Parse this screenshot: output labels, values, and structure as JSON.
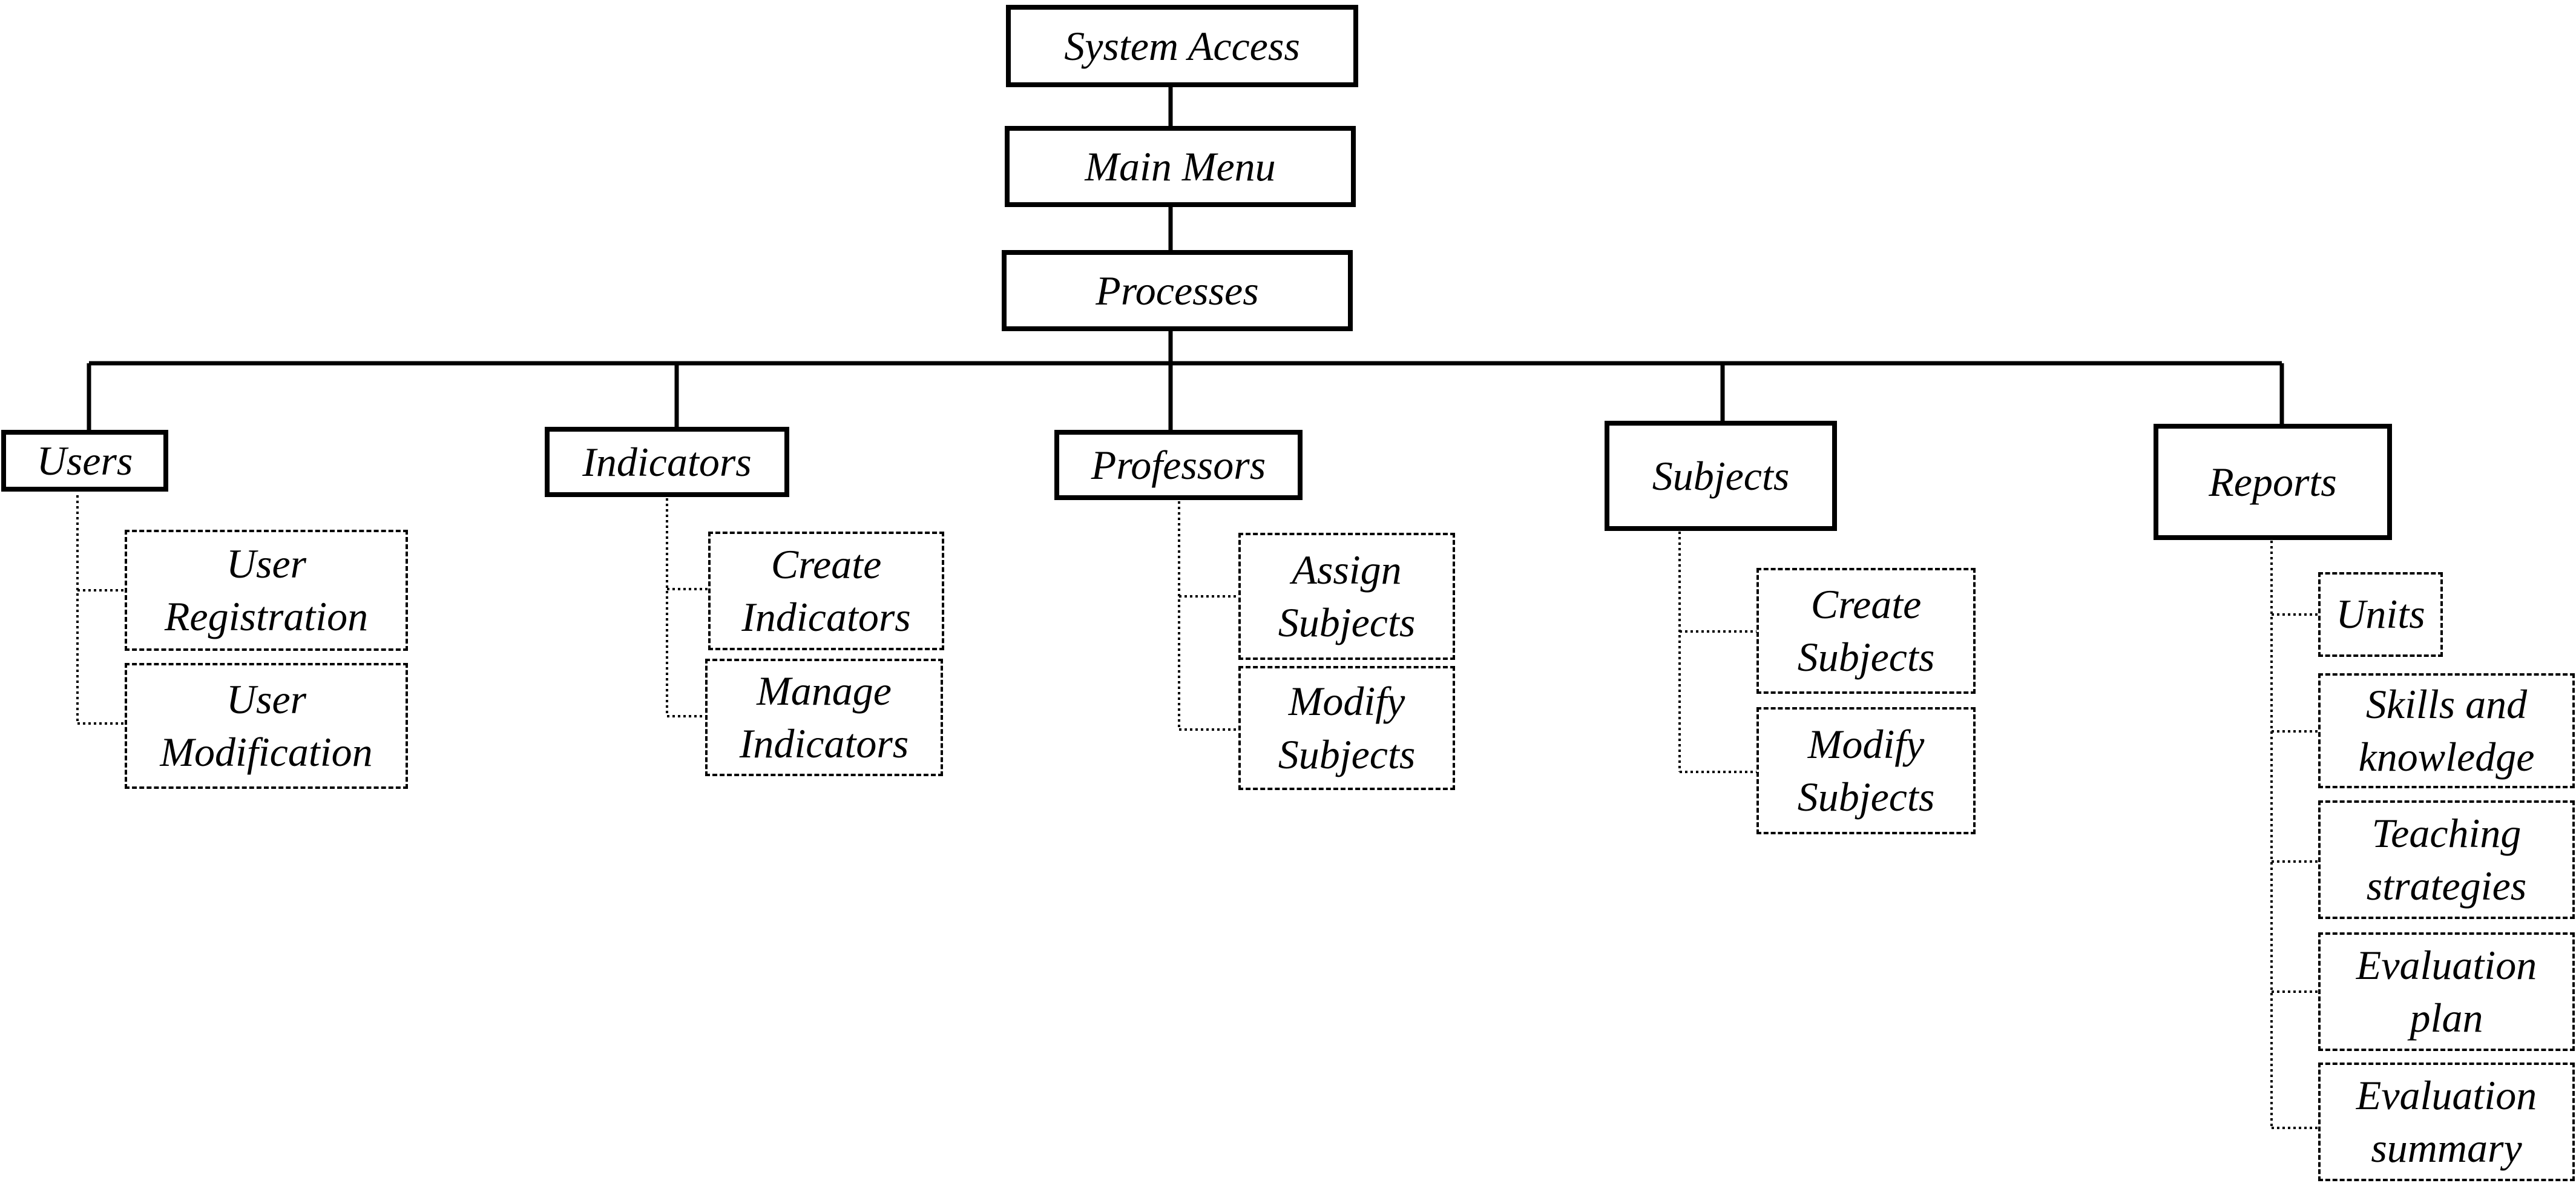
{
  "colors": {
    "line": "#000000",
    "background": "#ffffff"
  },
  "nodes": {
    "system_access": "System Access",
    "main_menu": "Main Menu",
    "processes": "Processes",
    "users": {
      "label": "Users",
      "children": [
        "User\nRegistration",
        "User\nModification"
      ]
    },
    "indicators": {
      "label": "Indicators",
      "children": [
        "Create\nIndicators",
        "Manage\nIndicators"
      ]
    },
    "professors": {
      "label": "Professors",
      "children": [
        "Assign\nSubjects",
        "Modify\nSubjects"
      ]
    },
    "subjects": {
      "label": "Subjects",
      "children": [
        "Create\nSubjects",
        "Modify\nSubjects"
      ]
    },
    "reports": {
      "label": "Reports",
      "children": [
        "Units",
        "Skills and\nknowledge",
        "Teaching\nstrategies",
        "Evaluation\nplan",
        "Evaluation\nsummary"
      ]
    }
  }
}
